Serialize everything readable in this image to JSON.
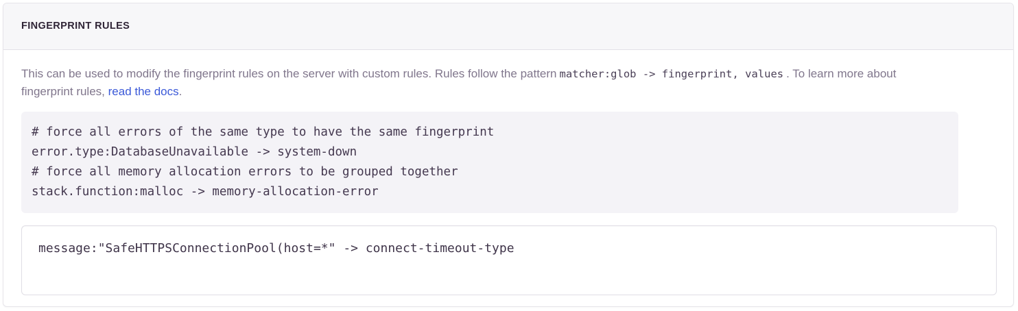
{
  "panel": {
    "header_title": "FINGERPRINT RULES"
  },
  "description": {
    "part1": "This can be used to modify the fingerprint rules on the server with custom rules. Rules follow the pattern",
    "inline_code": "matcher:glob -> fingerprint, values",
    "part2": ". To learn more about fingerprint rules,",
    "link_text": "read the docs",
    "part3": "."
  },
  "example": {
    "code": "# force all errors of the same type to have the same fingerprint\nerror.type:DatabaseUnavailable -> system-down\n# force all memory allocation errors to be grouped together\nstack.function:malloc -> memory-allocation-error",
    "lines": [
      "# force all errors of the same type to have the same fingerprint",
      "error.type:DatabaseUnavailable -> system-down",
      "# force all memory allocation errors to be grouped together",
      "stack.function:malloc -> memory-allocation-error"
    ]
  },
  "rules_input": {
    "value": "message:\"SafeHTTPSConnectionPool(host=*\" -> connect-timeout-type",
    "placeholder": "",
    "name": "fingerprints"
  },
  "colors": {
    "panel_border": "#e7e5ea",
    "header_bg": "#f7f7f9",
    "header_text": "#2f2436",
    "description_text": "#80768c",
    "link_blue": "#3b59d8",
    "code_bg": "#f4f3f7",
    "code_text": "#44384f",
    "input_border": "#e0dee5"
  }
}
